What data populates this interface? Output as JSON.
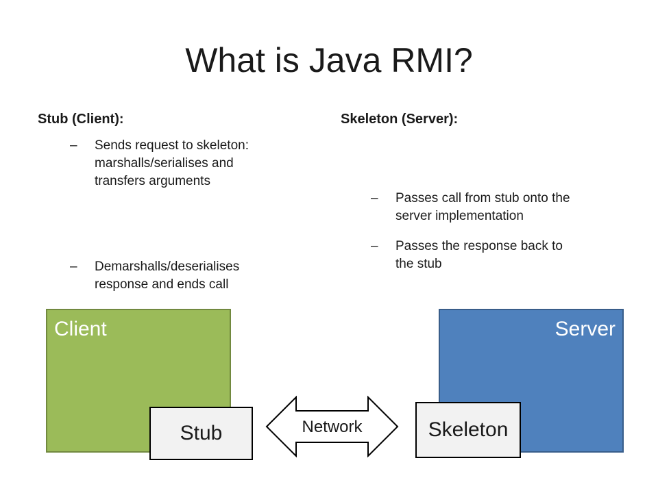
{
  "title": "What is Java RMI?",
  "stub_column": {
    "heading": "Stub (Client):",
    "bullets": [
      {
        "dash": "–",
        "lines": [
          "Sends request to skeleton:",
          "marshalls/serialises and",
          "transfers arguments"
        ]
      },
      {
        "dash": "–",
        "lines": [
          "Demarshalls/deserialises",
          "response and ends call"
        ]
      }
    ]
  },
  "skeleton_column": {
    "heading": "Skeleton (Server):",
    "bullets": [
      {
        "dash": "–",
        "lines": [
          "Passes call from stub onto the",
          "server implementation"
        ]
      },
      {
        "dash": "–",
        "lines": [
          "Passes the response back to",
          "the stub"
        ]
      }
    ]
  },
  "diagram": {
    "client_label": "Client",
    "server_label": "Server",
    "stub_label": "Stub",
    "skeleton_label": "Skeleton",
    "network_label": "Network",
    "colors": {
      "client_fill": "#9bbb59",
      "server_fill": "#4f81bd",
      "component_fill": "#f2f2f2"
    }
  }
}
